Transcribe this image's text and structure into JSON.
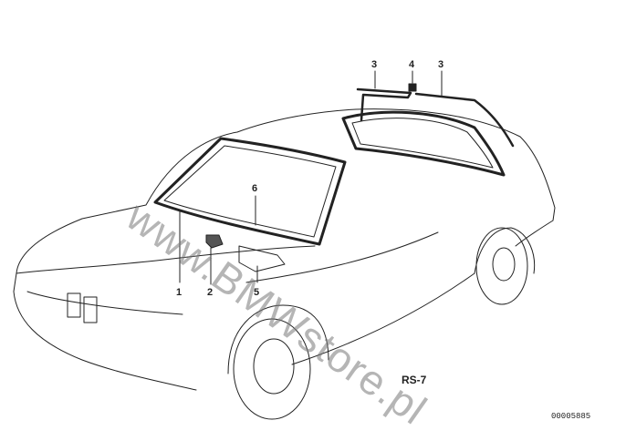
{
  "labels": {
    "part_1": "1",
    "part_2": "2",
    "part_3a": "3",
    "part_3b": "3",
    "part_4": "4",
    "part_5": "5",
    "part_6": "6"
  },
  "diagram_code": "RS-7",
  "reference_number": "00005885",
  "watermark": "www.BMWstore.pl",
  "colors": {
    "line": "#222222",
    "watermark": "#808080"
  }
}
